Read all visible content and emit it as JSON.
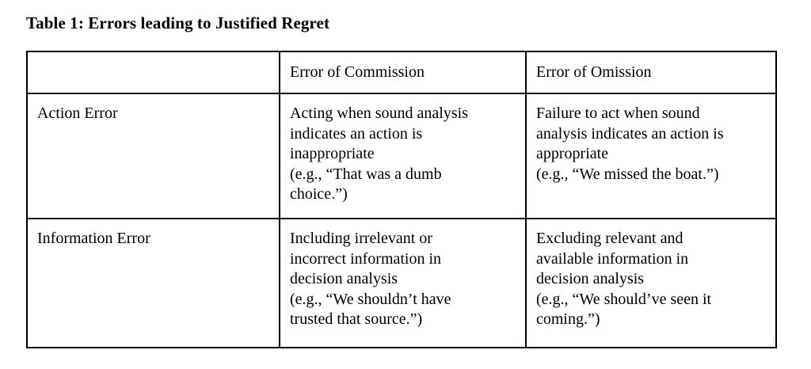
{
  "caption": "Table 1: Errors leading to Justified Regret",
  "table": {
    "columns": [
      {
        "id": "row-label",
        "header": ""
      },
      {
        "id": "commission",
        "header": "Error of Commission"
      },
      {
        "id": "omission",
        "header": "Error of Omission"
      }
    ],
    "rows": [
      {
        "label": "Action Error",
        "commission": {
          "description_lines": [
            "Acting when sound analysis",
            "indicates an action is",
            "inappropriate"
          ],
          "example_lines": [
            "(e.g., “That was a dumb",
            "choice.”)"
          ]
        },
        "omission": {
          "description_lines": [
            "Failure to act when sound",
            "analysis indicates an action is",
            "appropriate"
          ],
          "example_lines": [
            "(e.g., “We missed the boat.”)"
          ]
        }
      },
      {
        "label": "Information Error",
        "commission": {
          "description_lines": [
            "Including irrelevant or",
            "incorrect information in",
            "decision analysis"
          ],
          "example_lines": [
            "(e.g., “We shouldn’t have",
            "trusted that source.”)"
          ]
        },
        "omission": {
          "description_lines": [
            "Excluding relevant and",
            "available information in",
            "decision analysis"
          ],
          "example_lines": [
            "(e.g., “We should’ve seen it",
            "coming.”)"
          ]
        }
      }
    ]
  },
  "style": {
    "border_color": "#000000",
    "text_color": "#000000",
    "background": "#ffffff"
  }
}
